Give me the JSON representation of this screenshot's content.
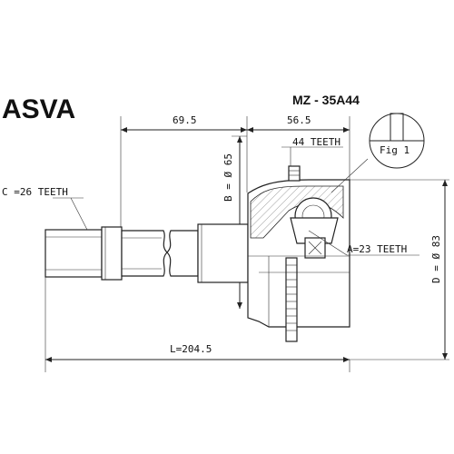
{
  "brand": "ASVA",
  "part_number": "MZ - 35A44",
  "figure_label": "Fig 1",
  "dimensions": {
    "shaft_length": "69.5",
    "joint_length": "56.5",
    "total_length": "L=204.5",
    "b_diameter": "B = Ø 65",
    "d_diameter": "D = Ø 83"
  },
  "teeth": {
    "abs_ring": "44 TEETH",
    "outer_spline": "C =26 TEETH",
    "inner_spline": "A=23 TEETH"
  }
}
